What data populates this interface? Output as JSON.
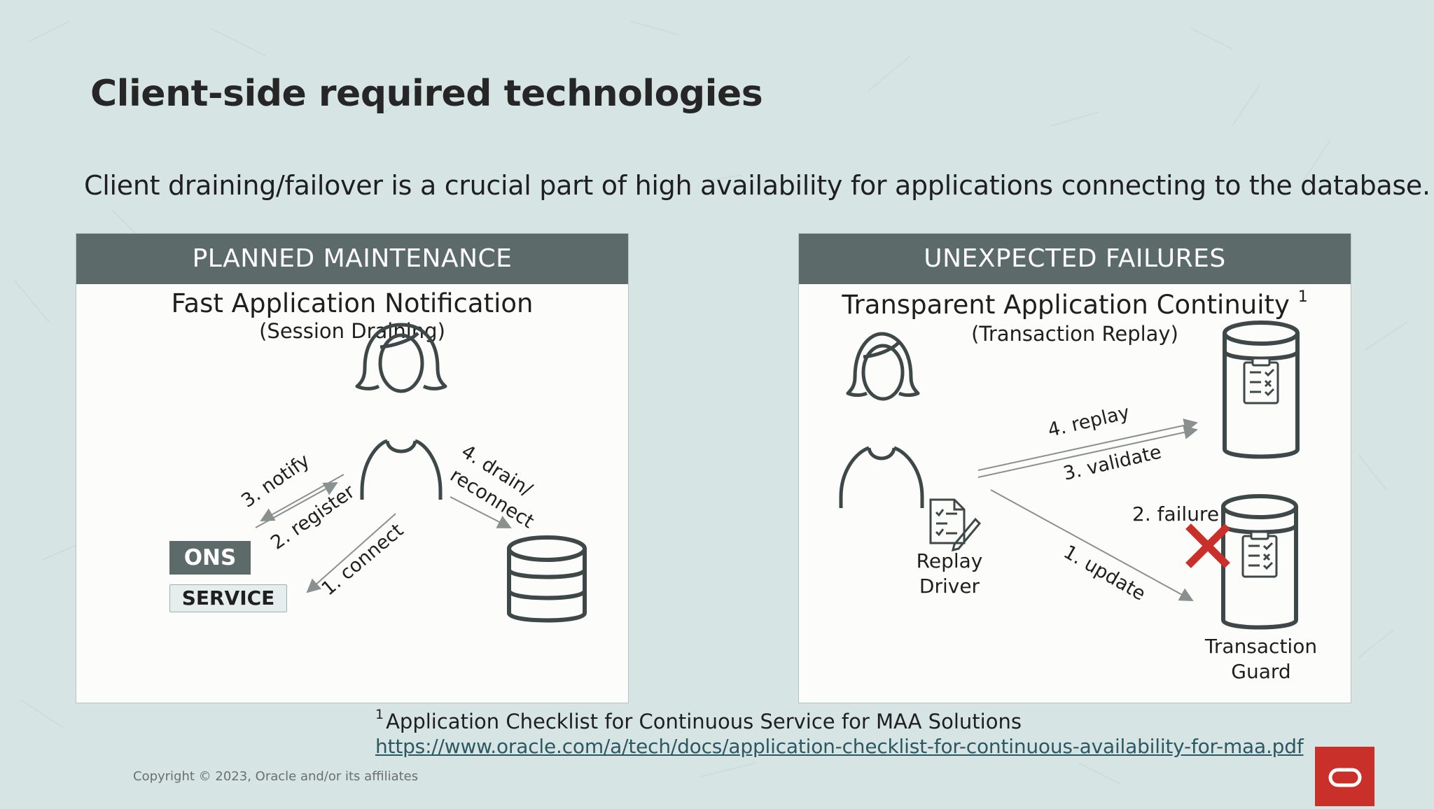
{
  "slide": {
    "title": "Client-side required technologies",
    "subtitle": "Client draining/failover is a crucial part of high availability for applications connecting to the database."
  },
  "planned": {
    "header": "PLANNED MAINTENANCE",
    "title": "Fast Application Notification",
    "subtitle": "(Session Draining)",
    "ons_label": "ONS",
    "service_label": "SERVICE",
    "step_notify": "3. notify",
    "step_register": "2. register",
    "step_connect": "1. connect",
    "step_drain_line1": "4. drain/",
    "step_drain_line2": "reconnect"
  },
  "unexpected": {
    "header": "UNEXPECTED FAILURES",
    "title": "Transparent Application Continuity",
    "title_sup": "1",
    "subtitle": "(Transaction Replay)",
    "replay_driver_line1": "Replay",
    "replay_driver_line2": "Driver",
    "step_replay": "4. replay",
    "step_validate": "3. validate",
    "step_failure": "2. failure",
    "step_update": "1. update",
    "tg_line1": "Transaction",
    "tg_line2": "Guard"
  },
  "footnote": {
    "sup": "1",
    "text": "Application Checklist for Continuous Service for MAA Solutions",
    "url": "https://www.oracle.com/a/tech/docs/application-checklist-for-continuous-availability-for-maa.pdf"
  },
  "copyright": "Copyright © 2023, Oracle and/or its affiliates",
  "colors": {
    "background": "#d6e4e4",
    "panel_header": "#5d6a6a",
    "icon_stroke": "#3e4848",
    "failure_x": "#c9302a",
    "oracle_red": "#c9302a"
  },
  "icons": [
    "person-icon",
    "database-icon",
    "checklist-icon",
    "replay-document-icon",
    "failure-x-icon",
    "oracle-logo-icon"
  ]
}
